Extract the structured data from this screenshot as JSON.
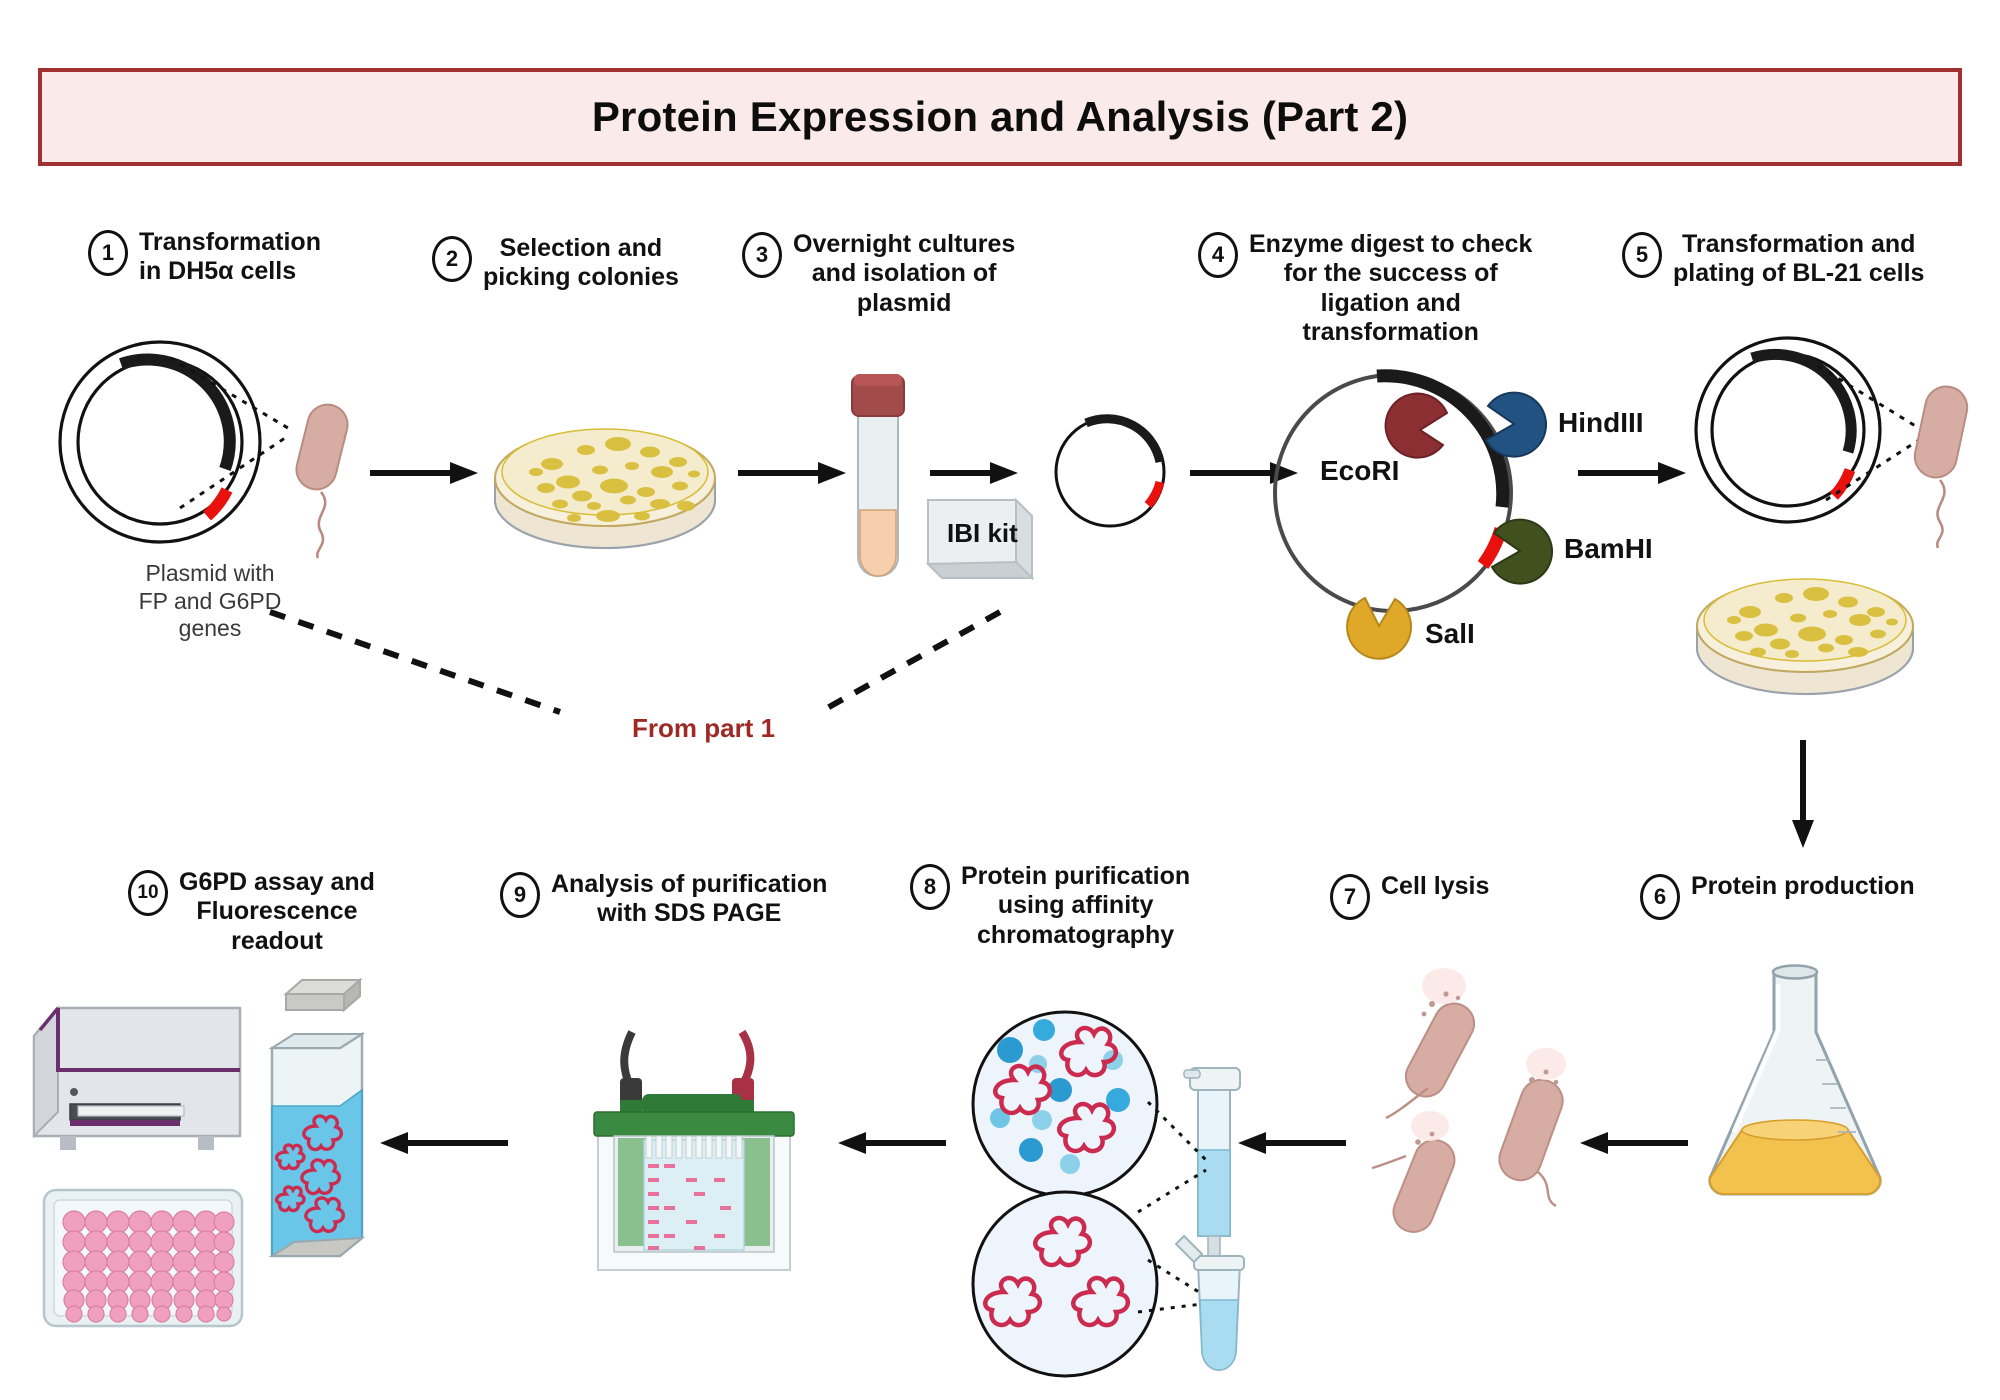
{
  "title": "Protein Expression and Analysis (Part 2)",
  "colors": {
    "banner_bg": "#fbeaea",
    "banner_border": "#a13030",
    "from_part_text": "#9e2a26",
    "enzyme_ecori": "#8c2f33",
    "enzyme_hindiii": "#225282",
    "enzyme_bamhi": "#41501f",
    "enzyme_sali": "#e0a828",
    "plasmid_fp_gene": "#1a1a1a",
    "plasmid_g6pd_gene": "#e8110e",
    "bacteria": "#d7ada3",
    "colony_yellow": "#d8bd36",
    "agar": "#f5eccd",
    "gel_green": "#3a8a42",
    "protein_red": "#cc2b50",
    "bead_blue": "#36a9dd",
    "flask_medium": "#f2c14e",
    "cuvette_liquid": "#5ec3e8",
    "plate_well": "#f0a0be",
    "reader_accent": "#6b2f6e"
  },
  "steps_top": [
    {
      "num": "1",
      "label": "Transformation\nin DH5α cells"
    },
    {
      "num": "2",
      "label": "Selection and\npicking colonies"
    },
    {
      "num": "3",
      "label": "Overnight cultures\nand isolation of\nplasmid"
    },
    {
      "num": "4",
      "label": "Enzyme digest to check\nfor the success of\nligation and\ntransformation"
    },
    {
      "num": "5",
      "label": "Transformation and\nplating of BL-21 cells"
    }
  ],
  "steps_bottom": [
    {
      "num": "10",
      "label": "G6PD assay and\nFluorescence\nreadout"
    },
    {
      "num": "9",
      "label": "Analysis of purification\nwith SDS PAGE"
    },
    {
      "num": "8",
      "label": "Protein purification\nusing affinity\nchromatography"
    },
    {
      "num": "7",
      "label": "Cell lysis"
    },
    {
      "num": "6",
      "label": "Protein production"
    }
  ],
  "annotations": {
    "plasmid_caption": "Plasmid with\nFP and G6PD\ngenes",
    "from_part": "From part 1",
    "ibi_kit": "IBI kit"
  },
  "enzymes": [
    {
      "name": "EcoRI",
      "color": "#8c2f33"
    },
    {
      "name": "HindIII",
      "color": "#225282"
    },
    {
      "name": "BamHI",
      "color": "#41501f"
    },
    {
      "name": "SalI",
      "color": "#e0a828"
    }
  ]
}
